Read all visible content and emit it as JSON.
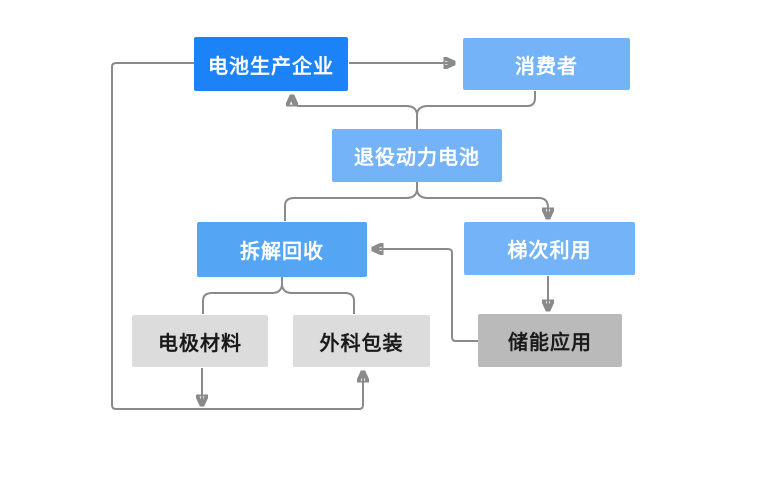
{
  "diagram": {
    "nodes": [
      {
        "id": "battery-producer",
        "label": "电池生产企业",
        "style": "primary-blue"
      },
      {
        "id": "consumer",
        "label": "消费者",
        "style": "light-blue"
      },
      {
        "id": "retired-battery",
        "label": "退役动力电池",
        "style": "light-blue"
      },
      {
        "id": "dismantle-recycle",
        "label": "拆解回收",
        "style": "medium-blue"
      },
      {
        "id": "cascade-use",
        "label": "梯次利用",
        "style": "light-blue"
      },
      {
        "id": "electrode-material",
        "label": "电极材料",
        "style": "light-gray"
      },
      {
        "id": "shell-packaging",
        "label": "外科包装",
        "style": "light-gray"
      },
      {
        "id": "energy-storage",
        "label": "储能应用",
        "style": "dark-gray"
      }
    ],
    "edges": [
      {
        "from": "battery-producer",
        "to": "consumer",
        "arrowhead": "right"
      },
      {
        "from": "consumer",
        "to": "retired-battery",
        "arrowhead": "none"
      },
      {
        "from": "retired-battery",
        "to": "battery-producer",
        "arrowhead": "up"
      },
      {
        "from": "retired-battery",
        "to": "dismantle-recycle",
        "arrowhead": "none"
      },
      {
        "from": "retired-battery",
        "to": "cascade-use",
        "arrowhead": "down"
      },
      {
        "from": "cascade-use",
        "to": "energy-storage",
        "arrowhead": "down"
      },
      {
        "from": "energy-storage",
        "to": "dismantle-recycle",
        "arrowhead": "left"
      },
      {
        "from": "dismantle-recycle",
        "to": "electrode-material",
        "arrowhead": "none"
      },
      {
        "from": "dismantle-recycle",
        "to": "shell-packaging",
        "arrowhead": "none"
      },
      {
        "from": "electrode-material",
        "to": "bottom-bus",
        "arrowhead": "down"
      },
      {
        "from": "bottom-bus",
        "to": "shell-packaging",
        "arrowhead": "up"
      },
      {
        "from": "bottom-bus",
        "to": "battery-producer",
        "arrowhead": "none"
      }
    ],
    "colors": {
      "node_primary_blue": "#1b82f7",
      "node_light_blue": "#74b3f8",
      "node_medium_blue": "#54a6f4",
      "node_light_gray": "#dcdcdc",
      "node_dark_gray": "#bababa",
      "connector_gray": "#8a8a8a",
      "background": "#ffffff",
      "text_on_blue": "#ffffff",
      "text_on_gray": "#1a1a1a"
    }
  }
}
